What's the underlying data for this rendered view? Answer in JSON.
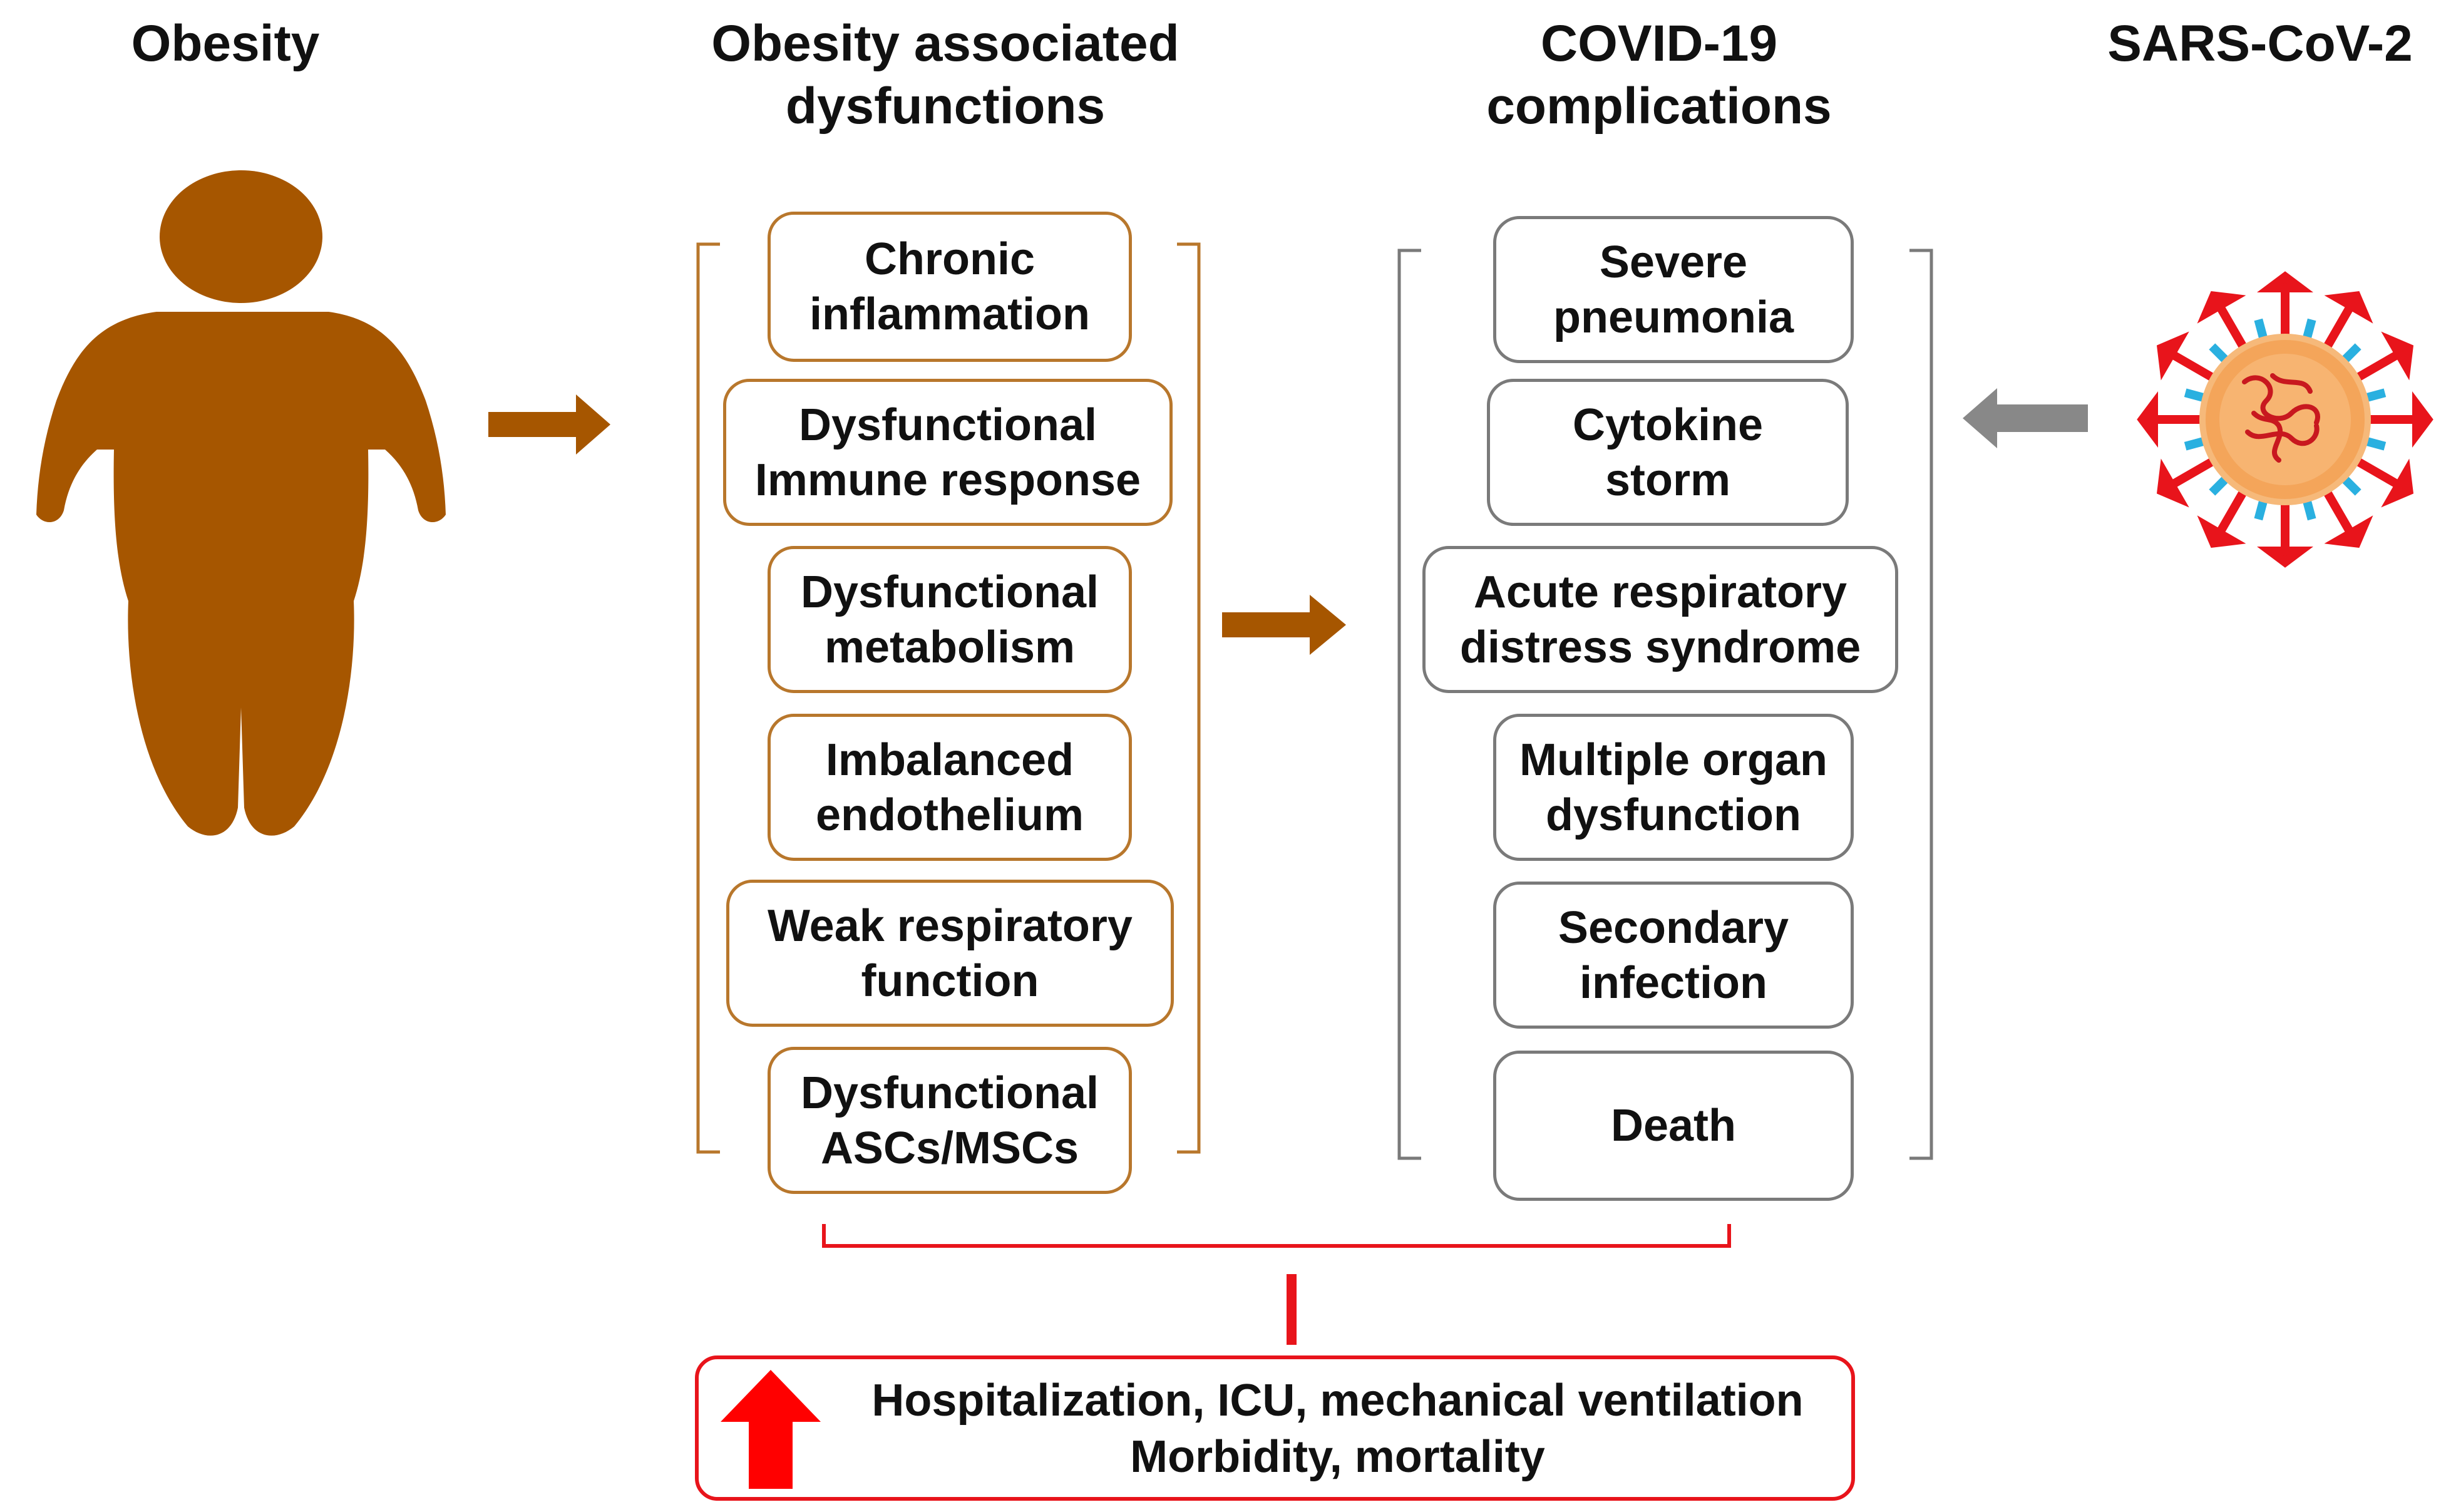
{
  "headers": {
    "obesity": "Obesity",
    "dysfunctions": [
      "Obesity associated",
      "dysfunctions"
    ],
    "covid": [
      "COVID-19",
      "complications"
    ],
    "virus": "SARS-CoV-2"
  },
  "dysfunctions": [
    [
      "Chronic",
      "inflammation"
    ],
    [
      "Dysfunctional",
      "Immune response"
    ],
    [
      "Dysfunctional",
      "metabolism"
    ],
    [
      "Imbalanced",
      "endothelium"
    ],
    [
      "Weak respiratory",
      "function"
    ],
    [
      "Dysfunctional",
      "ASCs/MSCs"
    ]
  ],
  "complications": [
    [
      "Severe",
      "pneumonia"
    ],
    [
      "Cytokine",
      "storm"
    ],
    [
      "Acute respiratory",
      "distress syndrome"
    ],
    [
      "Multiple organ",
      "dysfunction"
    ],
    [
      "Secondary",
      "infection"
    ],
    [
      "Death"
    ]
  ],
  "outcome": {
    "line1": "Hospitalization, ICU, mechanical ventilation",
    "line2": "Morbidity, mortality"
  },
  "colors": {
    "obesity": "#a65600",
    "dysfunction_border": "#b8772c",
    "complication_border": "#7a7a7a",
    "outcome": "#e8141b",
    "virus_arrow": "#888888",
    "virus_body": "#f4a55a",
    "virus_spike": "#e8141b",
    "virus_m": "#2ab0e0"
  },
  "icons": [
    "obesity-figure-icon",
    "sars-cov-2-virus-icon",
    "up-arrow-icon"
  ]
}
